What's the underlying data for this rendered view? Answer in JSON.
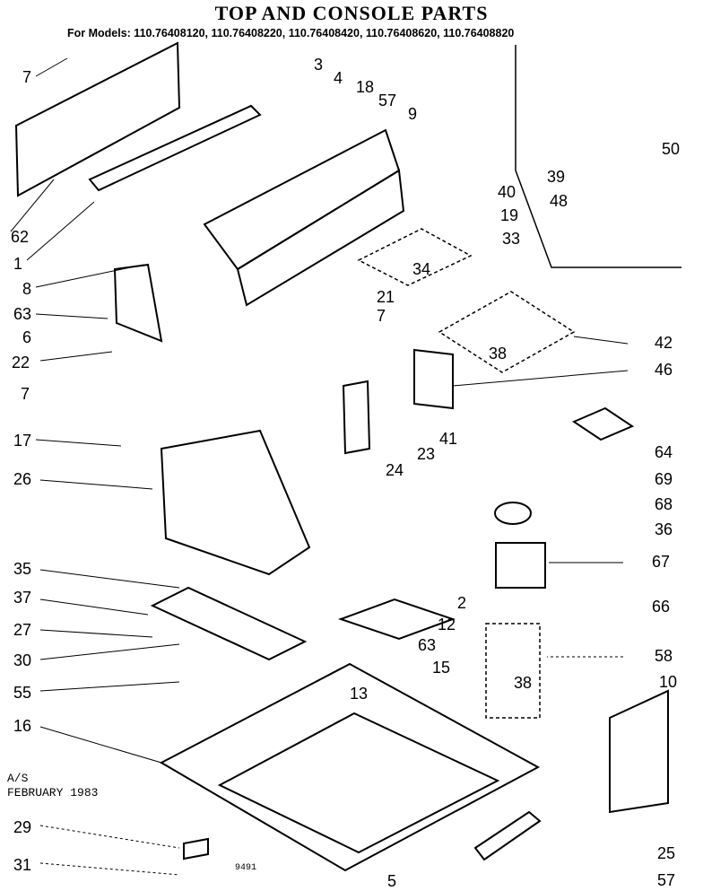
{
  "title": "TOP AND CONSOLE PARTS",
  "models_line": "For Models: 110.76408120, 110.76408220, 110.76408420, 110.76408620, 110.76408820",
  "footer": {
    "line1": "A/S",
    "line2": "FEBRUARY 1983",
    "code": "9491"
  },
  "callouts": [
    "7",
    "3",
    "4",
    "18",
    "57",
    "9",
    "50",
    "39",
    "48",
    "40",
    "19",
    "33",
    "34",
    "21",
    "7",
    "8",
    "63",
    "6",
    "22",
    "62",
    "1",
    "42",
    "38",
    "46",
    "41",
    "23",
    "24",
    "64",
    "69",
    "68",
    "36",
    "67",
    "66",
    "7",
    "17",
    "26",
    "35",
    "2",
    "37",
    "12",
    "27",
    "63",
    "15",
    "30",
    "58",
    "38",
    "55",
    "13",
    "10",
    "16",
    "29",
    "31",
    "5",
    "25",
    "57"
  ]
}
